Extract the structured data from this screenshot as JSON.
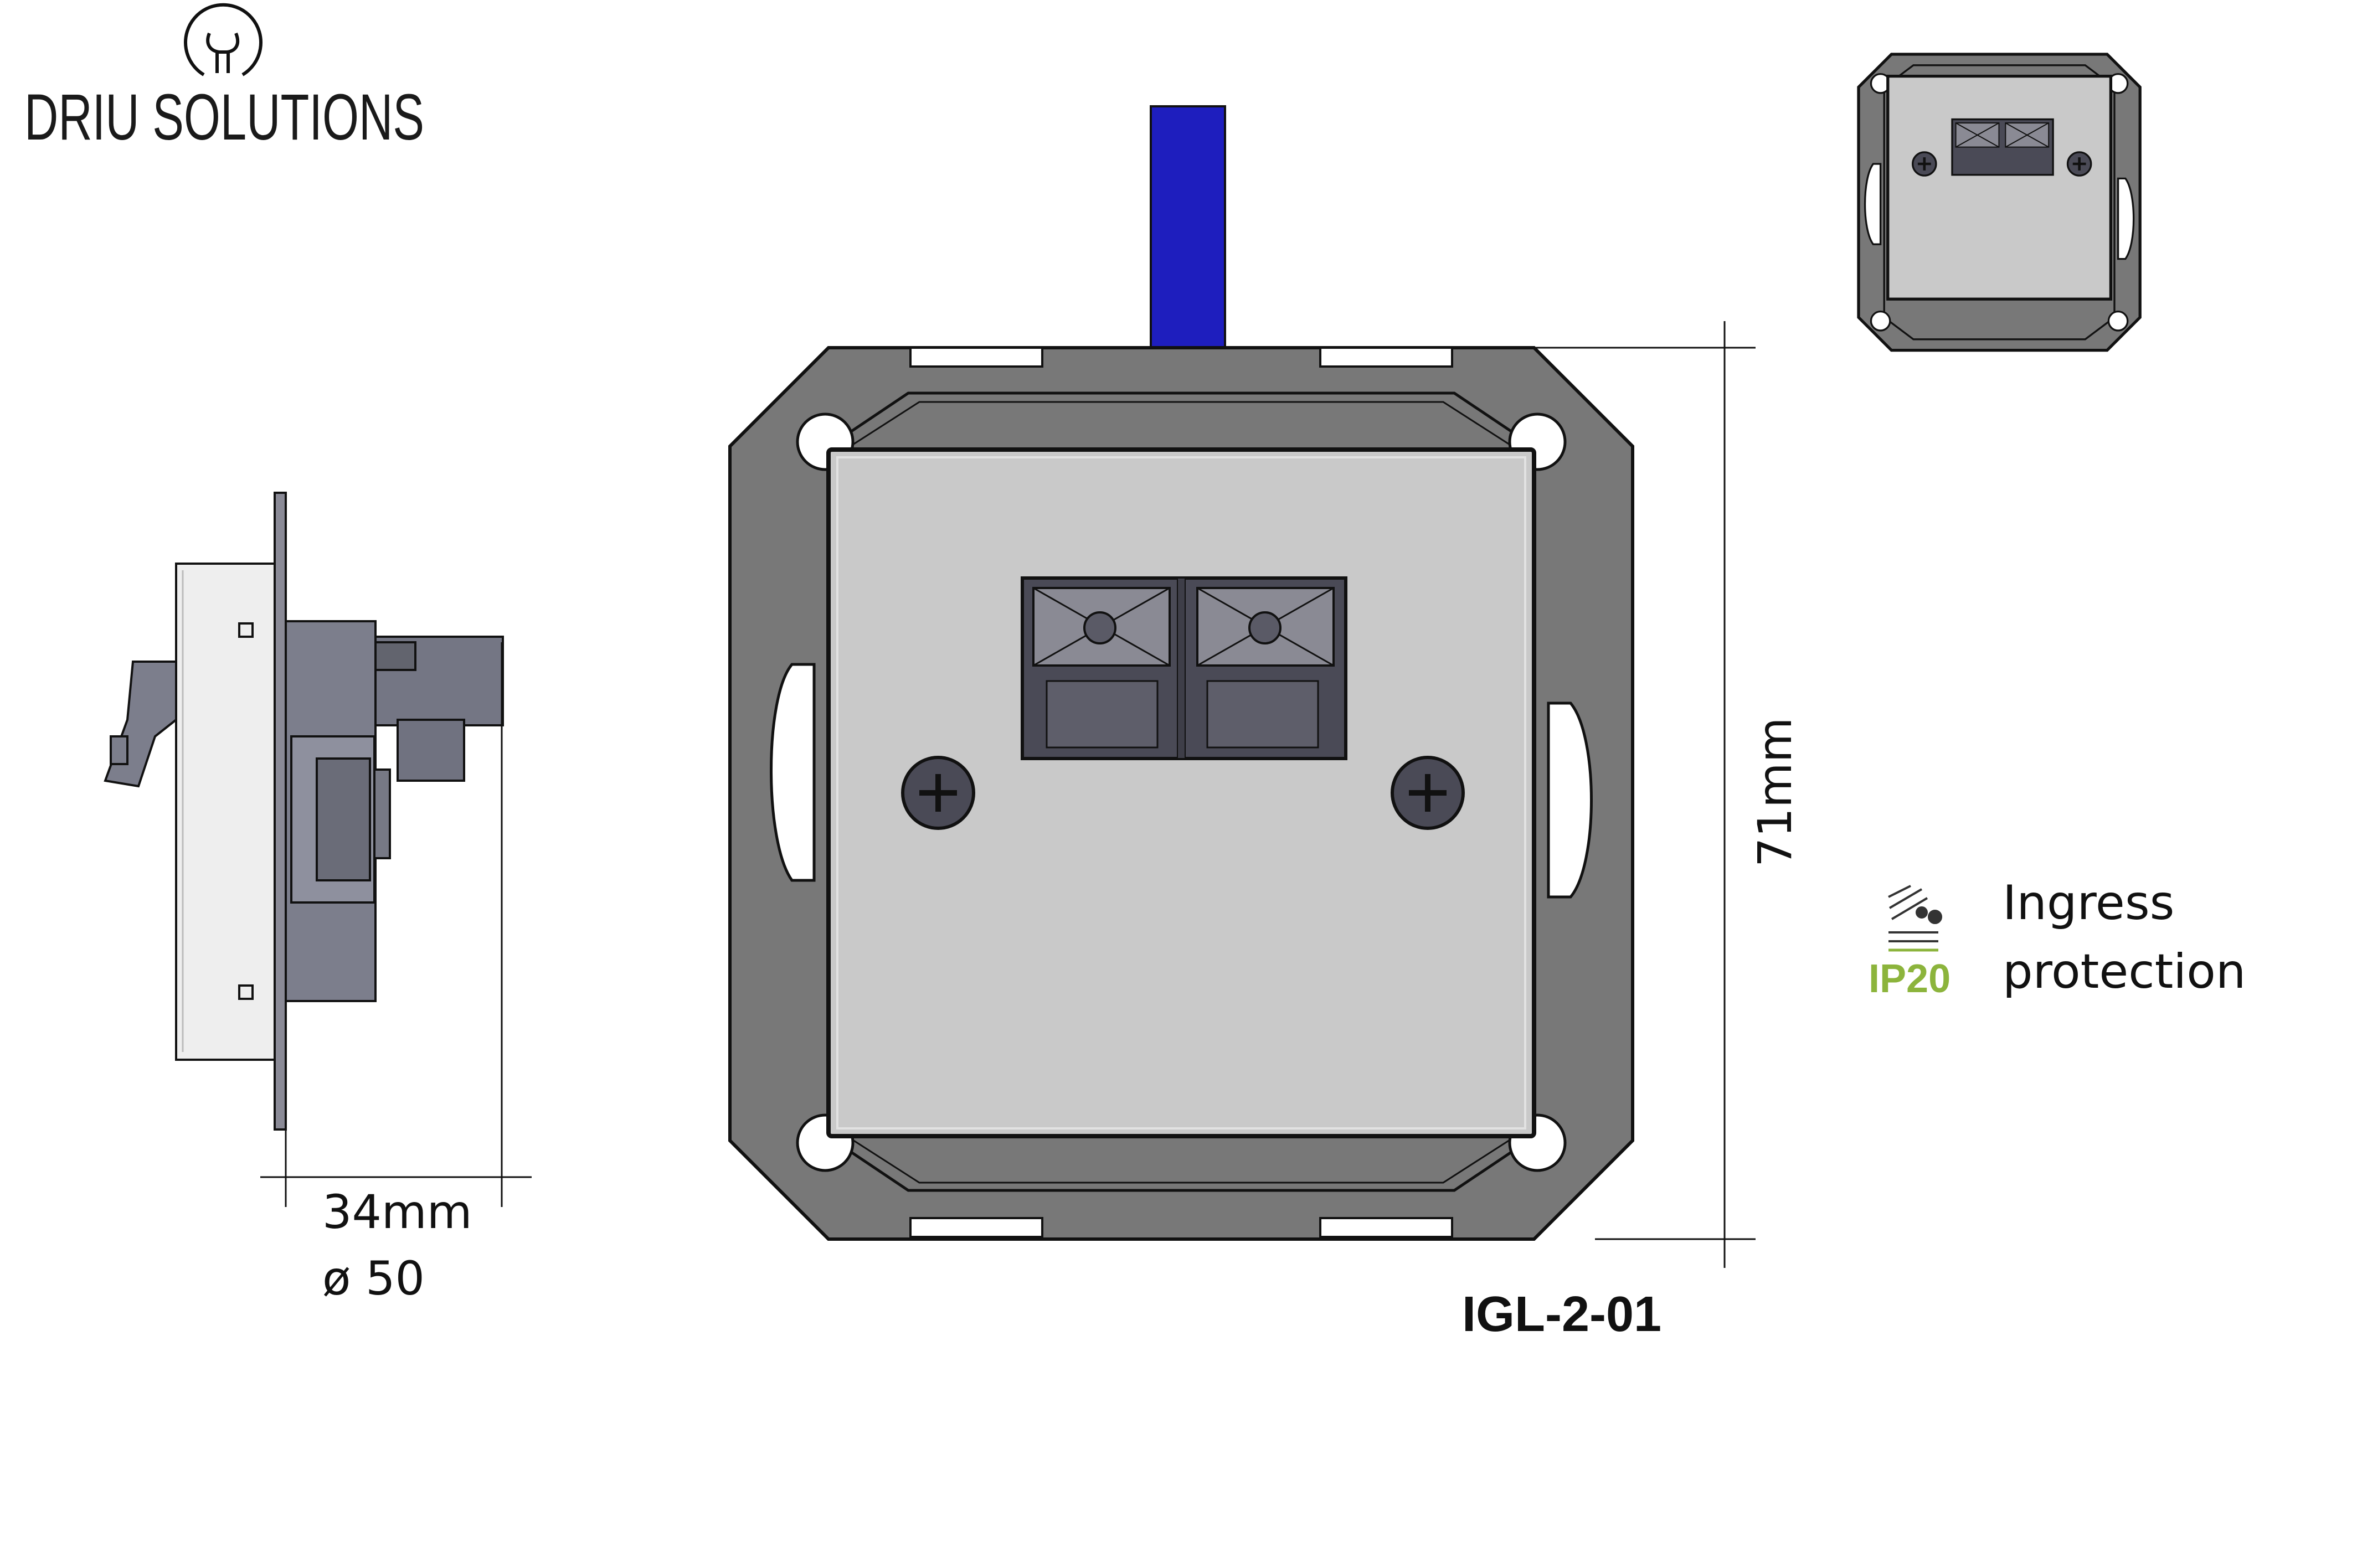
{
  "brand": {
    "name": "DRIU SOLUTIONS",
    "logo_icon": "lightbulb-icon"
  },
  "dimensions": {
    "depth": "34mm",
    "diameter": "ø 50",
    "height": "71mm"
  },
  "model": "IGL-2-01",
  "ingress": {
    "rating": "IP20",
    "label_line1": "Ingress",
    "label_line2": "protection",
    "icon": "water-dust-drops-icon"
  },
  "colors": {
    "cable": "#1e1ebe",
    "frame": "#787878",
    "plate": "#c9c9c9",
    "terminal_block": "#4a4a56",
    "housing_side": "#7c7e8c",
    "ip_accent": "#8cb43c",
    "outline": "#111111"
  }
}
